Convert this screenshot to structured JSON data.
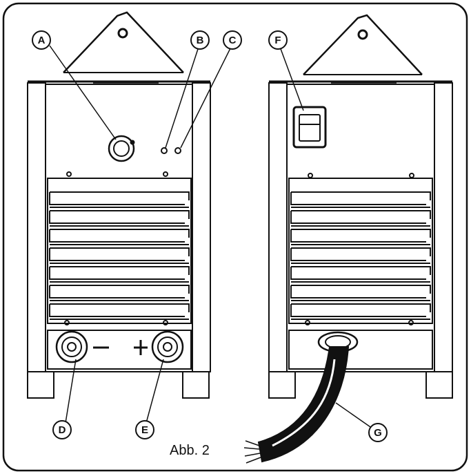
{
  "caption": "Abb. 2",
  "callouts": {
    "A": "A",
    "B": "B",
    "C": "C",
    "D": "D",
    "E": "E",
    "F": "F",
    "G": "G"
  },
  "front_panel": {
    "terminal_minus": "−",
    "terminal_plus": "+",
    "handle_mark": "O"
  },
  "rear_panel": {
    "handle_mark": "O"
  },
  "colors": {
    "ink": "#111111",
    "paper": "#ffffff"
  }
}
